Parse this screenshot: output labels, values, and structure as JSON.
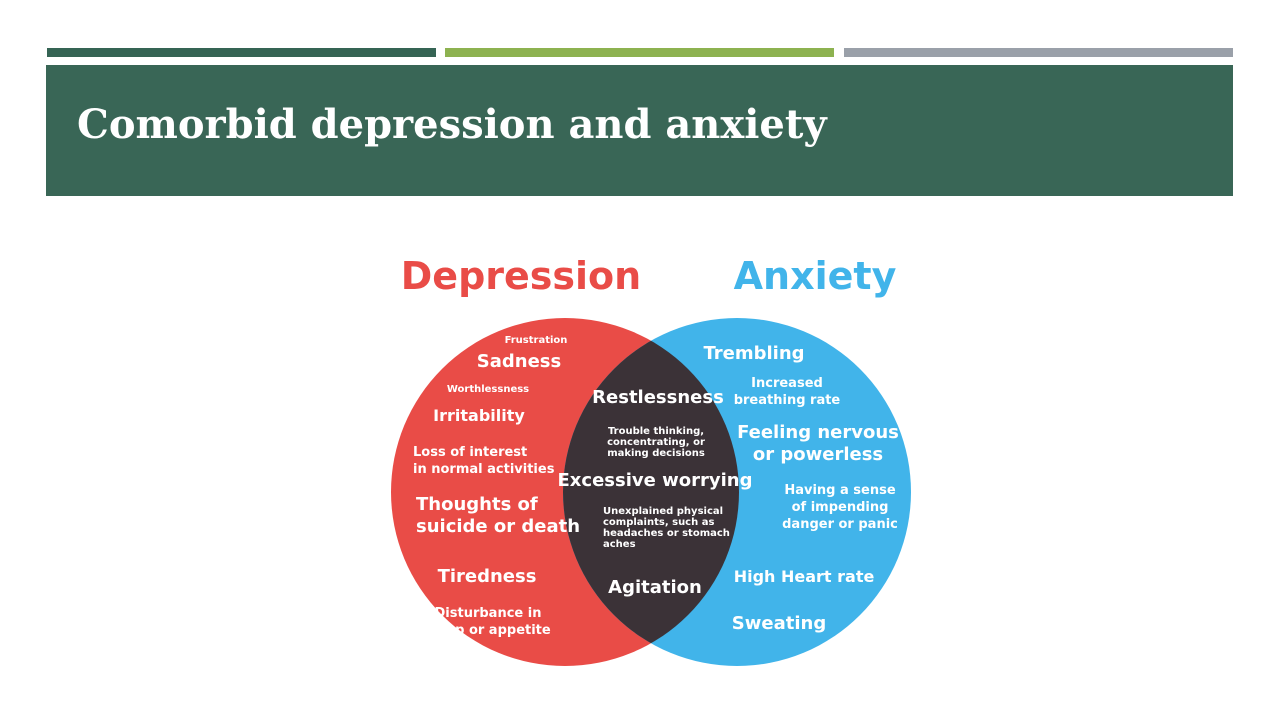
{
  "slide": {
    "title": "Comorbid depression and anxiety",
    "accent_bars": [
      "#356454",
      "#8db250",
      "#9aa0a9"
    ],
    "title_band_color": "#396656"
  },
  "diagram": {
    "colors": {
      "depression": "#e94c47",
      "anxiety": "#41b4ea",
      "overlap": "#3b3237",
      "text": "#ffffff"
    },
    "left_heading": "Depression",
    "right_heading": "Anxiety",
    "depression_items": [
      {
        "id": "frustration",
        "lines": [
          "Frustration"
        ],
        "size": "xs"
      },
      {
        "id": "sadness",
        "lines": [
          "Sadness"
        ],
        "size": "l"
      },
      {
        "id": "worthlessness",
        "lines": [
          "Worthlessness"
        ],
        "size": "xs"
      },
      {
        "id": "irritability",
        "lines": [
          "Irritability"
        ],
        "size": "m"
      },
      {
        "id": "loss-of-interest",
        "lines": [
          "Loss of interest",
          "in normal activities"
        ],
        "size": "s"
      },
      {
        "id": "thoughts-of-suicide",
        "lines": [
          "Thoughts of",
          "suicide or death"
        ],
        "size": "l"
      },
      {
        "id": "tiredness",
        "lines": [
          "Tiredness"
        ],
        "size": "l"
      },
      {
        "id": "disturbance",
        "lines": [
          "Disturbance in",
          "sleep or appetite"
        ],
        "size": "s"
      }
    ],
    "overlap_items": [
      {
        "id": "restlessness",
        "lines": [
          "Restlessness"
        ],
        "size": "l"
      },
      {
        "id": "trouble-thinking",
        "lines": [
          "Trouble thinking,",
          "concentrating, or",
          "making decisions"
        ],
        "size": "xs"
      },
      {
        "id": "excessive-worrying",
        "lines": [
          "Excessive worrying"
        ],
        "size": "l"
      },
      {
        "id": "unexplained-physical",
        "lines": [
          "Unexplained physical",
          "complaints, such as",
          "headaches or stomach",
          "aches"
        ],
        "size": "xs"
      },
      {
        "id": "agitation",
        "lines": [
          "Agitation"
        ],
        "size": "l"
      }
    ],
    "anxiety_items": [
      {
        "id": "trembling",
        "lines": [
          "Trembling"
        ],
        "size": "l"
      },
      {
        "id": "increased-breathing",
        "lines": [
          "Increased",
          "breathing rate"
        ],
        "size": "s"
      },
      {
        "id": "feeling-nervous",
        "lines": [
          "Feeling nervous",
          "or powerless"
        ],
        "size": "l"
      },
      {
        "id": "impending-danger",
        "lines": [
          "Having a sense",
          "of impending",
          "danger or panic"
        ],
        "size": "s"
      },
      {
        "id": "high-heart-rate",
        "lines": [
          "High Heart rate"
        ],
        "size": "m"
      },
      {
        "id": "sweating",
        "lines": [
          "Sweating"
        ],
        "size": "l"
      }
    ]
  }
}
